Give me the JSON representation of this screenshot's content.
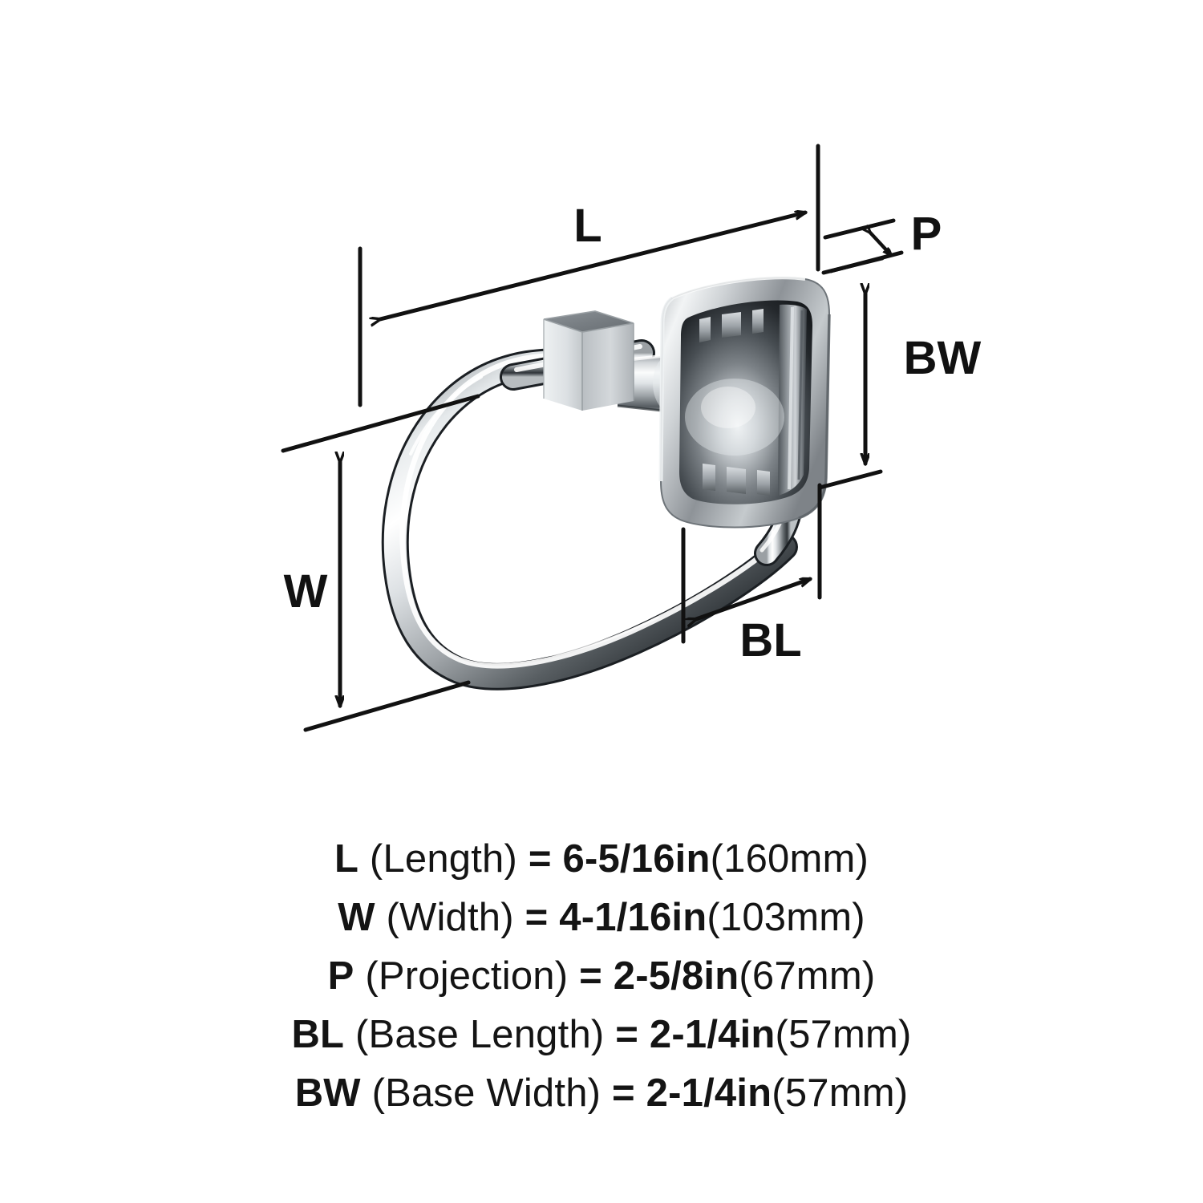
{
  "product": {
    "type": "towel-ring",
    "finish_color": "#c9ccce",
    "description_parts": {
      "backplate": "square-rounded-backplate",
      "post": "square-post",
      "ring": "rounded-square-ring"
    }
  },
  "diagram": {
    "labels": {
      "length": "L",
      "width": "W",
      "projection": "P",
      "base_length": "BL",
      "base_width": "BW"
    },
    "line_color": "#111111"
  },
  "specs": [
    {
      "symbol": "L",
      "name": "(Length)",
      "equals": "=",
      "value": "6-5/16in",
      "metric": "(160mm)"
    },
    {
      "symbol": "W",
      "name": "(Width)",
      "equals": "=",
      "value": "4-1/16in",
      "metric": "(103mm)"
    },
    {
      "symbol": "P",
      "name": "(Projection)",
      "equals": "=",
      "value": "2-5/8in",
      "metric": "(67mm)"
    },
    {
      "symbol": "BL",
      "name": "(Base Length)",
      "equals": "=",
      "value": "2-1/4in",
      "metric": "(57mm)"
    },
    {
      "symbol": "BW",
      "name": "(Base Width)",
      "equals": "=",
      "value": "2-1/4in",
      "metric": "(57mm)"
    }
  ]
}
